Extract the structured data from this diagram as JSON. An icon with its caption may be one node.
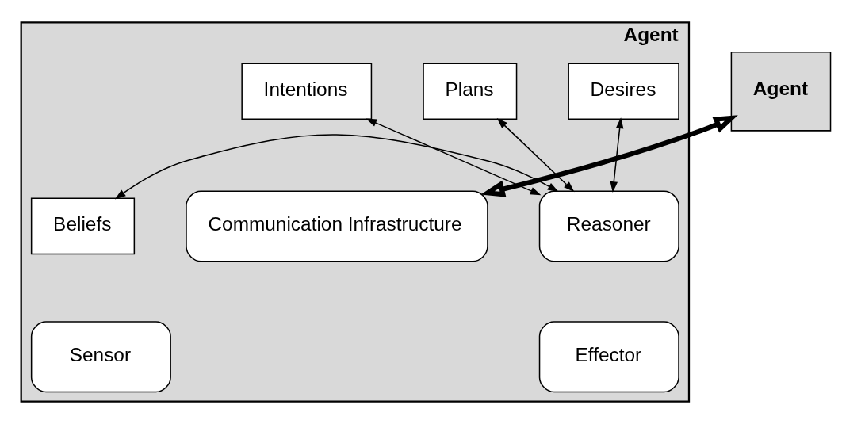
{
  "diagram": {
    "nodes": [
      {
        "text": [
          "Agent"
        ]
      },
      {
        "text": [
          "Desires"
        ],
        "in": 0
      },
      {
        "text": [
          "Intentions"
        ],
        "in": 0
      },
      {
        "text": [
          "Plans"
        ],
        "in": 0
      },
      {
        "text": [
          "Beliefs"
        ],
        "in": 0
      },
      {
        "text": [
          "Reasoner"
        ],
        "in": 0
      },
      {
        "text": [
          "Communication Infrastructure"
        ],
        "in": 0
      },
      {
        "text": [
          "Sensor"
        ],
        "in": 0
      },
      {
        "text": [
          "Effector"
        ],
        "in": 0
      },
      {
        "text": [
          "Agent"
        ]
      }
    ],
    "edges": [
      {
        "from": 1,
        "to": 5,
        "arrow": "both"
      },
      {
        "from": 2,
        "to": 5,
        "arrow": "both"
      },
      {
        "from": 3,
        "to": 5,
        "arrow": "both"
      },
      {
        "from": 4,
        "to": 5,
        "arrow": "both"
      },
      {
        "from": 6,
        "to": 9,
        "arrow": "both",
        "style": "thick"
      }
    ]
  }
}
